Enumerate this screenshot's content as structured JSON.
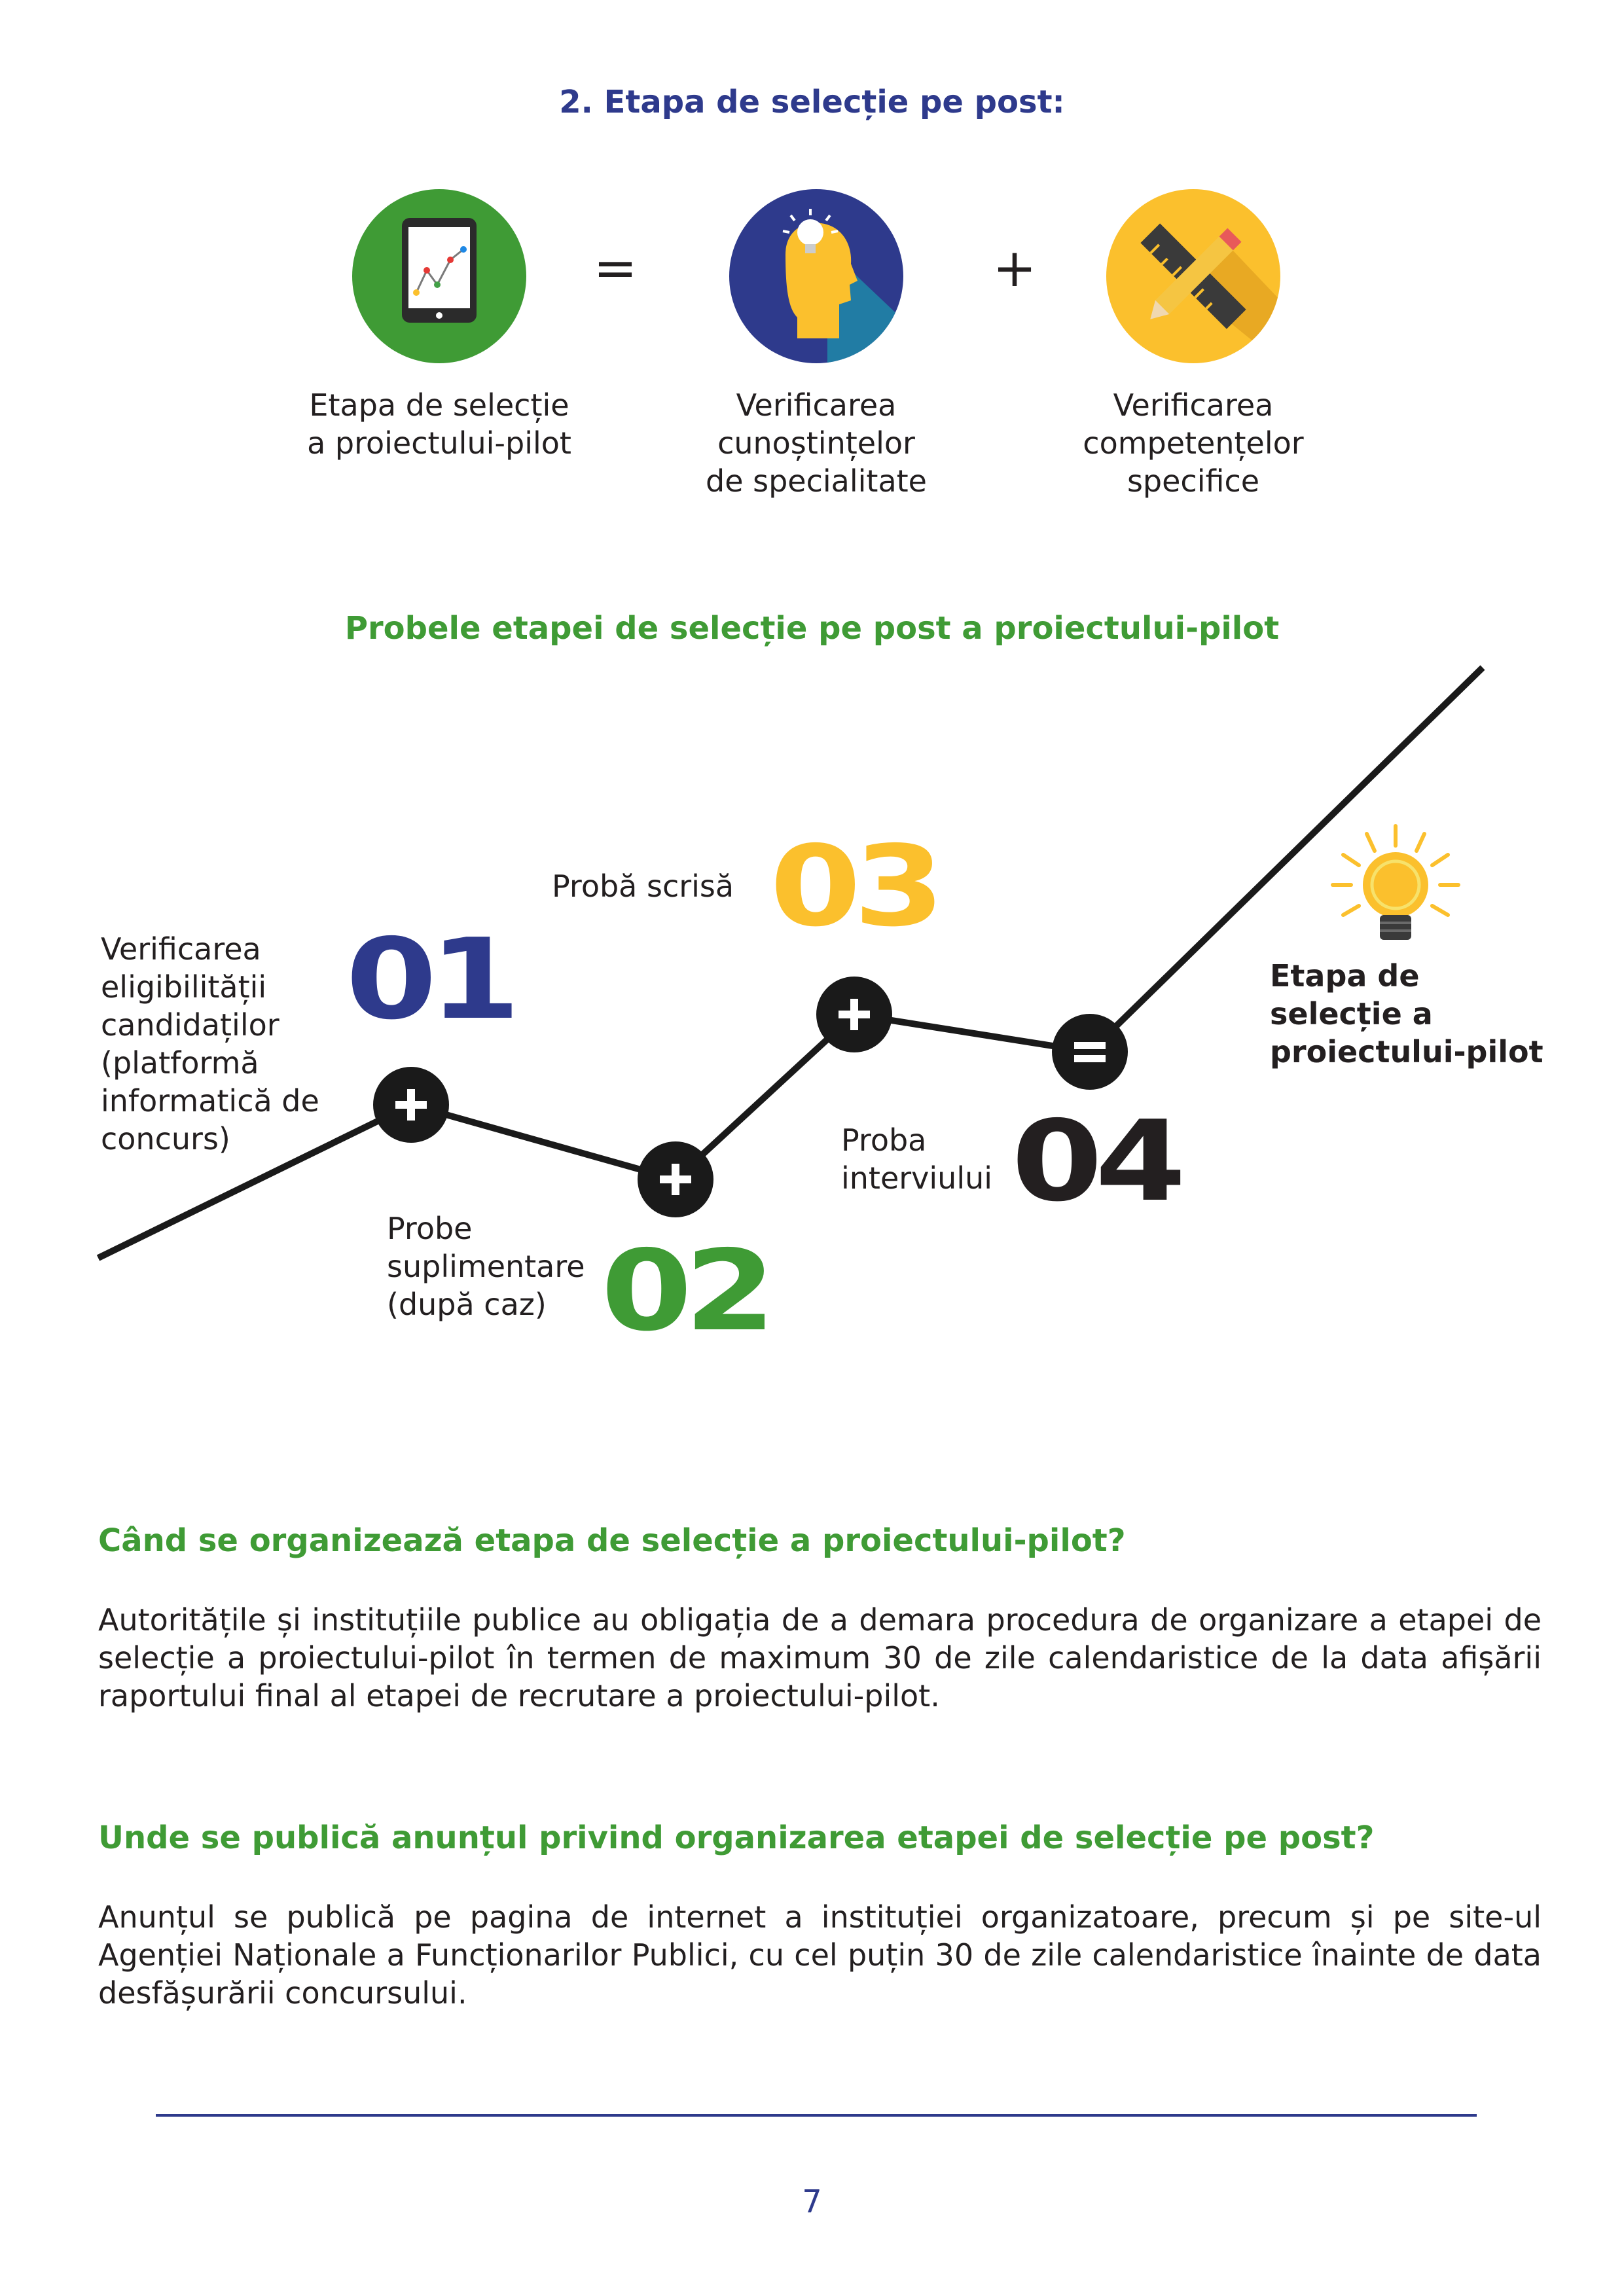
{
  "section": {
    "title": "2. Etapa de selecție pe post:"
  },
  "equation": {
    "operator_equals": "=",
    "operator_plus": "+",
    "items": [
      {
        "icon": "tablet-chart-icon",
        "color": "#3f9b35",
        "caption_lines": [
          "Etapa de selecție",
          "a proiectului-pilot"
        ]
      },
      {
        "icon": "head-lightbulb-icon",
        "color": "#2e3a8c",
        "caption_lines": [
          "Verificarea",
          "cunoștințelor",
          "de specialitate"
        ]
      },
      {
        "icon": "ruler-pencil-icon",
        "color": "#fbc02d",
        "caption_lines": [
          "Verificarea",
          "competențelor",
          "specifice"
        ]
      }
    ]
  },
  "probes": {
    "title": "Probele etapei de selecție pe post a proiectului-pilot",
    "steps": [
      {
        "number": "01",
        "color": "#2e3a8c",
        "label_lines": [
          "Verificarea",
          "eligibilității",
          "candidaților",
          "(platformă",
          "informatică de",
          "concurs)"
        ]
      },
      {
        "number": "02",
        "color": "#3f9b35",
        "label_lines": [
          "Probe",
          "suplimentare",
          "(după caz)"
        ]
      },
      {
        "number": "03",
        "color": "#fbc02d",
        "label_lines": [
          "Probă scrisă"
        ]
      },
      {
        "number": "04",
        "color": "#231f20",
        "label_lines": [
          "Proba",
          "interviului"
        ]
      }
    ],
    "node_plus": "+",
    "node_equals": "=",
    "result_lines": [
      "Etapa de",
      "selecție a",
      "proiectului-pilot"
    ]
  },
  "faq": [
    {
      "question": "Când se organizează etapa de selecție a proiectului-pilot?",
      "answer": "Autoritățile și instituțiile publice au obligația de a demara procedura de organizare a etapei de selecție a proiectului-pilot în termen de maximum 30 de zile calendaristice de la data afișării raportului final al etapei de recrutare a proiectului-pilot."
    },
    {
      "question": "Unde se publică anunțul privind organizarea etapei de selecție pe post?",
      "answer": "Anunțul se publică pe pagina de internet a instituției organizatoare, precum și pe site-ul Agenției Naționale a Funcționarilor Publici, cu cel puțin 30 de zile calendaristice înainte de data desfășurării concursului."
    }
  ],
  "footer": {
    "page_number": "7"
  }
}
